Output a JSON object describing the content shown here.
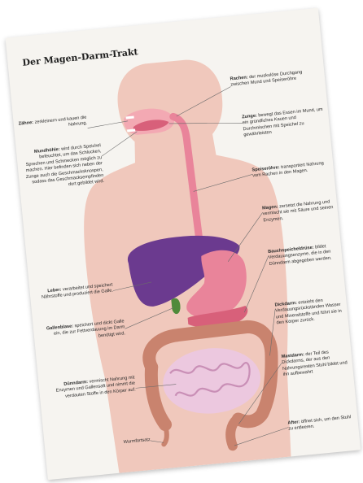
{
  "title": "Der Magen-Darm-Trakt",
  "colors": {
    "paper": "#f6f4f0",
    "body": "#f0c8bc",
    "organ_pink": "#e9849a",
    "organ_dark_pink": "#d8607a",
    "liver": "#6b3a8f",
    "colon": "#c9836e",
    "small_intestine": "#ecc8df",
    "gall": "#4f8a3a",
    "line": "#6b6b6b"
  },
  "labels": [
    {
      "id": "zaehne",
      "term": "Zähne:",
      "text": " zerkleinern und kauen die Nahrung."
    },
    {
      "id": "mundhoehle",
      "term": "Mundhöhle:",
      "text": " wird durch Speichel befeuchtet, um das Schlucken, Sprechen und Schmecken möglich zu machen. Hier befinden sich neben der Zunge auch die Geschmacksknospen, sodass das Geschmacksempfinden dort gebildet wird."
    },
    {
      "id": "rachen",
      "term": "Rachen:",
      "text": " der muskulöse Durchgang zwischen Mund und Speiseröhre"
    },
    {
      "id": "zunge",
      "term": "Zunge:",
      "text": " bewegt das Essen im Mund, um ein gründliches Kauen und Durchmischen mit Speichel zu gewährleisten"
    },
    {
      "id": "speiseroehre",
      "term": "Speiseröhre:",
      "text": " transportiert Nahrung vom Rachen in den Magen."
    },
    {
      "id": "magen",
      "term": "Magen:",
      "text": " zersetzt die Nahrung und vermischt sie mit Säure und seinen Enzymen."
    },
    {
      "id": "bauchspeicheldruese",
      "term": "Bauchspeicheldrüse:",
      "text": " bildet Verdauungsenzyme, die in den Dünndarm abgegeben werden."
    },
    {
      "id": "leber",
      "term": "Leber:",
      "text": " verarbeitet und speichert Nährstoffe und produziert die Galle."
    },
    {
      "id": "gallenblase",
      "term": "Gallenblase:",
      "text": " speichert und dickt Galle ein, die zur Fettverdauung im Darm benötigt wird."
    },
    {
      "id": "dickdarm",
      "term": "Dickdarm:",
      "text": " entzieht den Verdauungsrückständen Wasser und Mineralstoffe und führt sie in den Körper zurück."
    },
    {
      "id": "mastdarm",
      "term": "Mastdarm:",
      "text": " der Teil des Dickdarms, der aus den Nahrungsresten Stuhl bildet und ihn aufbewahrt"
    },
    {
      "id": "duenndarm",
      "term": "Dünndarm:",
      "text": " vermischt Nahrung mit Enzymen und Gallensaft und nimmt die verdauten Stoffe in den Körper auf."
    },
    {
      "id": "wurmfortsatz",
      "term": "",
      "text": "Wurmfortsatz"
    },
    {
      "id": "after",
      "term": "After:",
      "text": " öffnet sich, um den Stuhl zu entleeren."
    }
  ]
}
